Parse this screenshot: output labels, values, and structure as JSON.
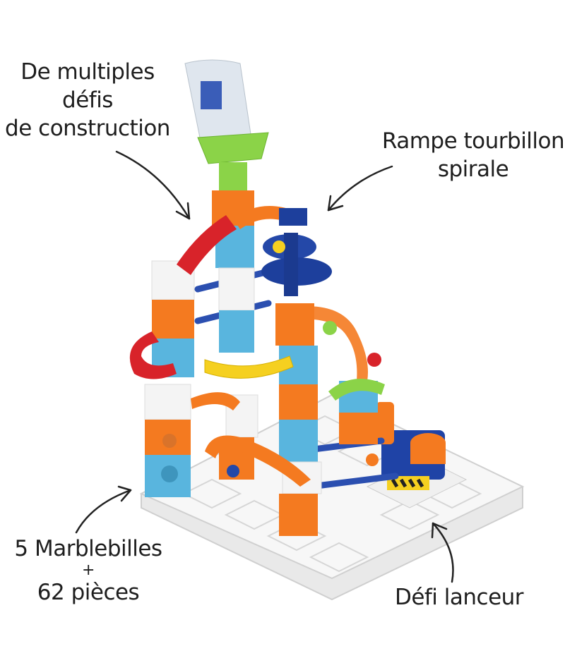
{
  "labels": {
    "top_left": [
      "De multiples",
      "défis",
      "de construction"
    ],
    "top_right": [
      "Rampe tourbillon",
      "spirale"
    ],
    "bottom_left": [
      "5 Marblebilles",
      "+",
      "62 pièces"
    ],
    "bottom_right": [
      "Défi lanceur"
    ]
  },
  "colors": {
    "orange": "#f47a20",
    "blue": "#59b5de",
    "dark_blue": "#1d3f9c",
    "red": "#d8232a",
    "green": "#8bd348",
    "yellow": "#f5d020",
    "white_piece": "#f4f4f4"
  }
}
